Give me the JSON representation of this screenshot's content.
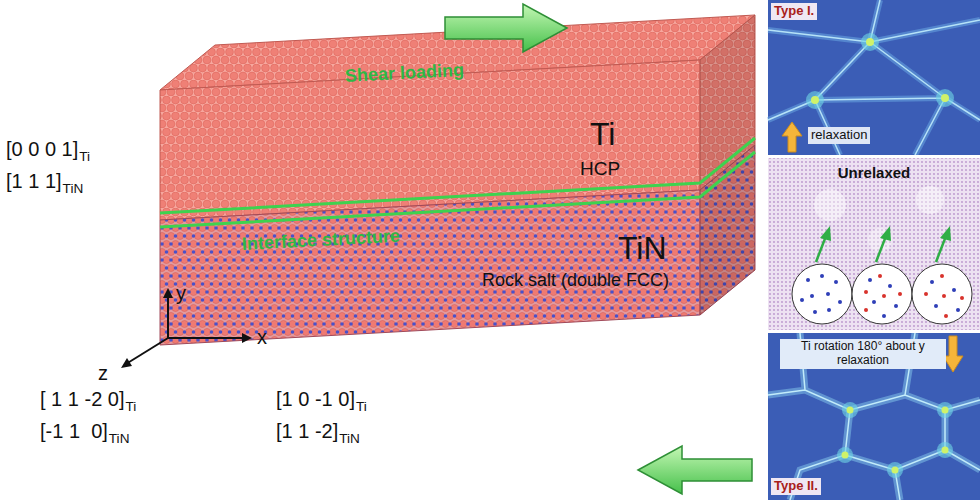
{
  "diagram": {
    "nodes": [
      {
        "text": [
          "Ti",
          "HCP"
        ]
      },
      {
        "text": [
          "TiN",
          "Rock salt (double FCC)"
        ]
      },
      {
        "text": [
          "Type I.",
          "relaxation"
        ]
      },
      {
        "text": [
          "Unrelaxed"
        ]
      },
      {
        "text": [
          "Ti rotation 180° about y relaxation",
          "Type II."
        ]
      }
    ],
    "labels": [
      "Shear loading",
      "Interface structure",
      "[0 0 0 1]",
      "Ti",
      "[1 1 1]",
      "TiN",
      "y",
      "z",
      "x",
      "[ 1 1 -2 0]",
      "Ti",
      "[-1 1  0]",
      "TiN",
      "[1 0 -1 0]",
      "Ti",
      "[1 1 -2]",
      "TiN"
    ]
  }
}
